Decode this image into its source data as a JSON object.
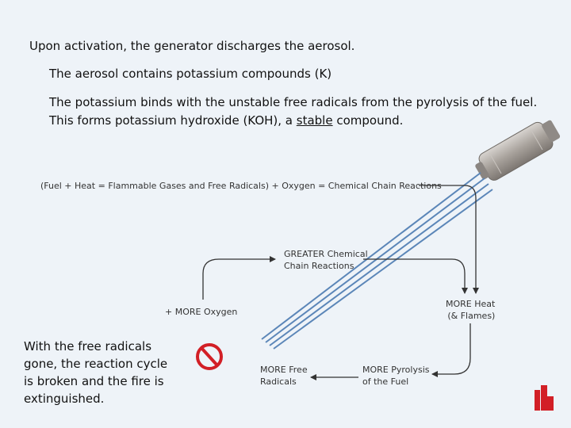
{
  "text": {
    "line1": "Upon activation, the generator discharges the aerosol.",
    "line2": "The aerosol contains potassium compounds (K)",
    "line3": "The potassium binds with the unstable free radicals from the pyrolysis of the fuel.",
    "line4_before": "This forms potassium hydroxide (KOH), a ",
    "line4_underlined": "stable",
    "line4_after": " compound."
  },
  "diagram": {
    "equation": "(Fuel + Heat = Flammable Gases and Free Radicals)  +  Oxygen = Chemical Chain Reactions",
    "greater_line1": "GREATER Chemical",
    "greater_line2": "Chain Reactions",
    "heat_line1": "MORE Heat",
    "heat_line2": "(& Flames)",
    "oxygen": "+ MORE Oxygen",
    "free_radicals_line1": "MORE Free",
    "free_radicals_line2": "Radicals",
    "pyrolysis_line1": "MORE Pyrolysis",
    "pyrolysis_line2": "of the Fuel"
  },
  "bottom_text": {
    "line1": "With the free radicals",
    "line2": "gone, the reaction cycle",
    "line3": "is broken and the fire is",
    "line4": "extinguished."
  },
  "colors": {
    "background": "#eef3f8",
    "aerosol_streams": "#5b86b8",
    "prohibition": "#d21f26",
    "logo": "#d21f26"
  }
}
